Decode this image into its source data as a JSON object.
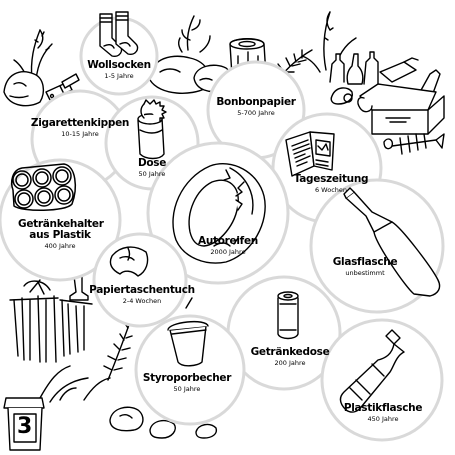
{
  "items": [
    {
      "name": "Wollsocken",
      "time": "1-5 Jahre"
    },
    {
      "name": "Zigarettenkippen",
      "time": "10-15 Jahre"
    },
    {
      "name": "Bonbonpapier",
      "time": "5-700 Jahre"
    },
    {
      "name": "Dose",
      "time": "50 Jahre"
    },
    {
      "name": "Tageszeitung",
      "time": "6 Wochen"
    },
    {
      "name": "Getränkehalter aus Plastik",
      "time": "400 Jahre"
    },
    {
      "name": "Autoreifen",
      "time": "2000 Jahre"
    },
    {
      "name": "Glasflasche",
      "time": "unbestimmt"
    },
    {
      "name": "Papiertaschentuch",
      "time": "2-4 Wochen"
    },
    {
      "name": "Getränkedose",
      "time": "200 Jahre"
    },
    {
      "name": "Styroporbecher",
      "time": "50 Jahre"
    },
    {
      "name": "Plastikflasche",
      "time": "450 Jahre"
    }
  ],
  "badge": {
    "number": "3"
  },
  "colors": {
    "line": "#000000",
    "circle": "#d9d9d9",
    "fill": "#ffffff"
  },
  "icons": [
    "socks-icon",
    "cigarette-butts-icon",
    "candy-wrapper-icon",
    "tin-can-icon",
    "newspaper-icon",
    "six-pack-rings-icon",
    "tire-icon",
    "glass-bottle-icon",
    "tissue-icon",
    "soda-can-icon",
    "foam-cup-icon",
    "plastic-bottle-icon",
    "trash-bin-icon"
  ]
}
